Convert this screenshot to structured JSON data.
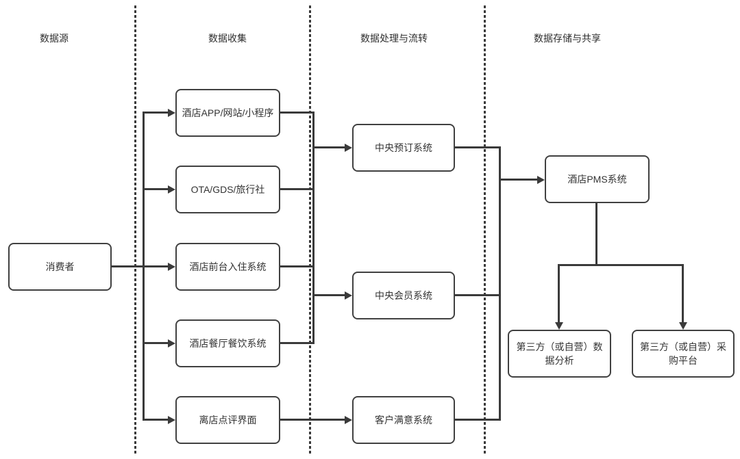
{
  "diagram": {
    "title_hidden": "",
    "lanes": [
      {
        "title": "数据源"
      },
      {
        "title": "数据收集"
      },
      {
        "title": "数据处理与流转"
      },
      {
        "title": "数据存储与共享"
      }
    ],
    "nodes": {
      "consumer": {
        "label": "消费者",
        "lane": "数据源"
      },
      "hotel_app": {
        "label": "酒店APP/网站/小程序",
        "lane": "数据收集"
      },
      "ota": {
        "label": "OTA/GDS/旅行社",
        "lane": "数据收集"
      },
      "front_desk": {
        "label": "酒店前台入住系统",
        "lane": "数据收集"
      },
      "restaurant": {
        "label": "酒店餐厅餐饮系统",
        "lane": "数据收集"
      },
      "review": {
        "label": "离店点评界面",
        "lane": "数据收集"
      },
      "crs": {
        "label": "中央预订系统",
        "lane": "数据处理与流转"
      },
      "membership": {
        "label": "中央会员系统",
        "lane": "数据处理与流转"
      },
      "satisfaction": {
        "label": "客户满意系统",
        "lane": "数据处理与流转"
      },
      "pms": {
        "label": "酒店PMS系统",
        "lane": "数据存储与共享"
      },
      "analysis": {
        "label": "第三方（或自营）数据分析",
        "lane": "数据存储与共享"
      },
      "procurement": {
        "label": "第三方（或自营）采购平台",
        "lane": "数据存储与共享"
      }
    },
    "edges": [
      {
        "from": [
          "consumer"
        ],
        "to": [
          "hotel_app"
        ]
      },
      {
        "from": [
          "consumer"
        ],
        "to": [
          "ota"
        ]
      },
      {
        "from": [
          "consumer"
        ],
        "to": [
          "front_desk"
        ]
      },
      {
        "from": [
          "consumer"
        ],
        "to": [
          "restaurant"
        ]
      },
      {
        "from": [
          "consumer"
        ],
        "to": [
          "review"
        ]
      },
      {
        "from": [
          "hotel_app",
          "ota",
          "front_desk",
          "restaurant"
        ],
        "to": [
          "crs"
        ]
      },
      {
        "from": [
          "hotel_app",
          "ota",
          "front_desk",
          "restaurant"
        ],
        "to": [
          "membership"
        ]
      },
      {
        "from": [
          "review"
        ],
        "to": [
          "satisfaction"
        ]
      },
      {
        "from": [
          "crs",
          "membership",
          "satisfaction"
        ],
        "to": [
          "pms"
        ]
      },
      {
        "from": [
          "pms"
        ],
        "to": [
          "analysis"
        ]
      },
      {
        "from": [
          "pms"
        ],
        "to": [
          "procurement"
        ]
      }
    ],
    "colors": {
      "line": "#3a3a3a",
      "node_border": "#404040",
      "node_fill": "#ffffff",
      "text": "#333333",
      "background": "#ffffff"
    }
  }
}
